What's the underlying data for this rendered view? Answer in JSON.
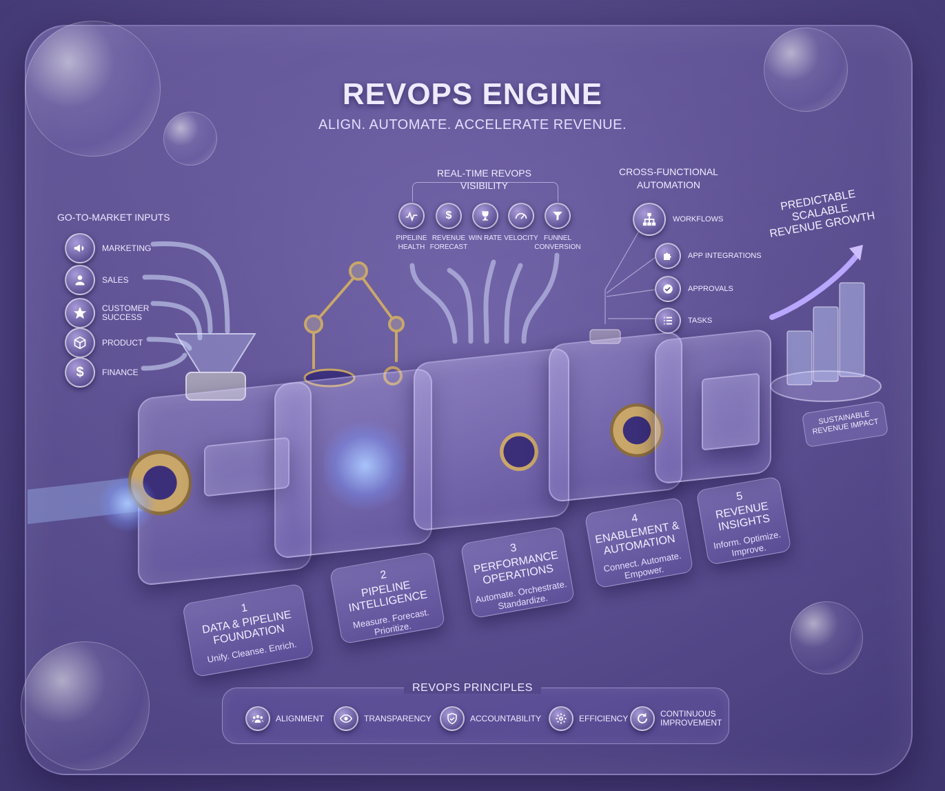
{
  "header": {
    "title": "REVOPS ENGINE",
    "subtitle": "ALIGN. AUTOMATE. ACCELERATE REVENUE."
  },
  "gtm_inputs": {
    "heading": "GO-TO-MARKET INPUTS",
    "items": [
      {
        "label": "MARKETING",
        "icon": "megaphone-icon"
      },
      {
        "label": "SALES",
        "icon": "person-icon"
      },
      {
        "label": "CUSTOMER\nSUCCESS",
        "icon": "star-icon"
      },
      {
        "label": "PRODUCT",
        "icon": "box-icon"
      },
      {
        "label": "FINANCE",
        "icon": "dollar-icon"
      }
    ]
  },
  "visibility": {
    "heading": "REAL-TIME REVOPS\nVISIBILITY",
    "items": [
      {
        "label": "PIPELINE\nHEALTH",
        "icon": "pulse-icon"
      },
      {
        "label": "REVENUE\nFORECAST",
        "icon": "dollar-icon"
      },
      {
        "label": "WIN RATE",
        "icon": "trophy-icon"
      },
      {
        "label": "VELOCITY",
        "icon": "gauge-icon"
      },
      {
        "label": "FUNNEL\nCONVERSION",
        "icon": "funnel-icon"
      }
    ]
  },
  "automation": {
    "heading": "CROSS-FUNCTIONAL\nAUTOMATION",
    "items": [
      {
        "label": "WORKFLOWS",
        "icon": "workflow-icon"
      },
      {
        "label": "APP INTEGRATIONS",
        "icon": "puzzle-icon"
      },
      {
        "label": "APPROVALS",
        "icon": "check-icon"
      },
      {
        "label": "TASKS",
        "icon": "list-icon"
      }
    ]
  },
  "growth": {
    "label": "PREDICTABLE\nSCALABLE\nREVENUE GROWTH",
    "impact": "SUSTAINABLE\nREVENUE IMPACT"
  },
  "stages": [
    {
      "num": "1",
      "name": "DATA & PIPELINE\nFOUNDATION",
      "desc": "Unify. Cleanse. Enrich."
    },
    {
      "num": "2",
      "name": "PIPELINE\nINTELLIGENCE",
      "desc": "Measure. Forecast.\nPrioritize."
    },
    {
      "num": "3",
      "name": "PERFORMANCE\nOPERATIONS",
      "desc": "Automate. Orchestrate.\nStandardize."
    },
    {
      "num": "4",
      "name": "ENABLEMENT &\nAUTOMATION",
      "desc": "Connect. Automate.\nEmpower."
    },
    {
      "num": "5",
      "name": "REVENUE\nINSIGHTS",
      "desc": "Inform. Optimize.\nImprove."
    }
  ],
  "principles": {
    "heading": "REVOPS PRINCIPLES",
    "items": [
      {
        "label": "ALIGNMENT",
        "icon": "people-icon"
      },
      {
        "label": "TRANSPARENCY",
        "icon": "eye-icon"
      },
      {
        "label": "ACCOUNTABILITY",
        "icon": "shield-icon"
      },
      {
        "label": "EFFICIENCY",
        "icon": "gear-icon"
      },
      {
        "label": "CONTINUOUS\nIMPROVEMENT",
        "icon": "cycle-icon"
      }
    ]
  },
  "colors": {
    "background": "#544886",
    "accent": "#8fa8ff",
    "gold": "#c9a76a"
  }
}
